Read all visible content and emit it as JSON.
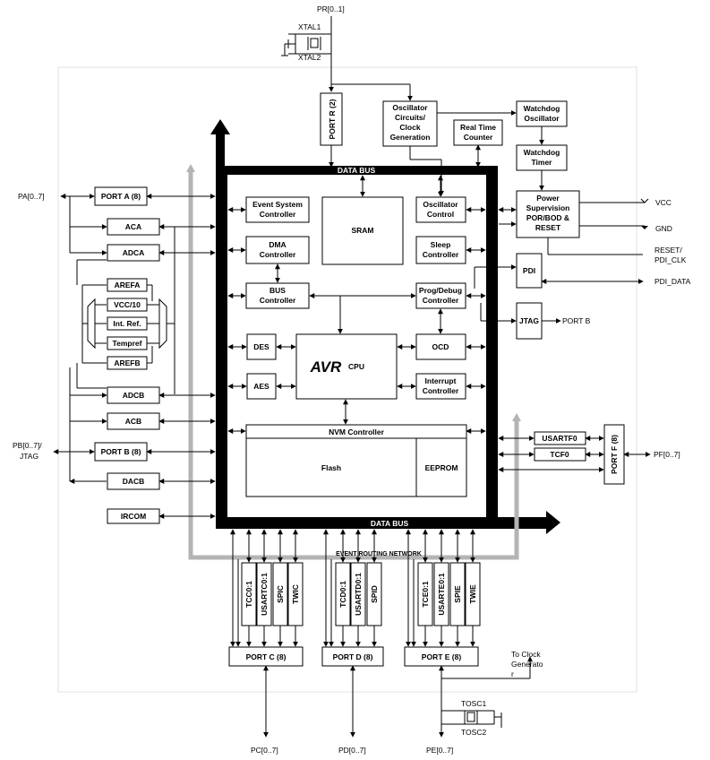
{
  "pins": {
    "pr": "PR[0..1]",
    "xtal1": "XTAL1",
    "xtal2": "XTAL2",
    "pa": "PA[0..7]",
    "pb1": "PB[0..7]/",
    "pb2": "JTAG",
    "vcc": "VCC",
    "gnd": "GND",
    "reset1": "RESET/",
    "reset2": "PDI_CLK",
    "pdi_data": "PDI_DATA",
    "port_b_out": "PORT B",
    "pf": "PF[0..7]",
    "clock1": "To Clock",
    "clock2": "Generato",
    "clock3": "r",
    "tosc1": "TOSC1",
    "tosc2": "TOSC2",
    "pc": "PC[0..7]",
    "pd": "PD[0..7]",
    "pe": "PE[0..7]"
  },
  "buses": {
    "data_bus_top": "DATA BUS",
    "data_bus_bottom": "DATA BUS",
    "event_routing": "EVENT ROUTING NETWORK"
  },
  "blocks": {
    "port_r": "PORT R (2)",
    "osc1": "Oscillator",
    "osc2": "Circuits/",
    "osc3": "Clock",
    "osc4": "Generation",
    "rtc1": "Real Time",
    "rtc2": "Counter",
    "wdo1": "Watchdog",
    "wdo2": "Oscillator",
    "wdt1": "Watchdog",
    "wdt2": "Timer",
    "pwr1": "Power",
    "pwr2": "Supervision",
    "pwr3": "POR/BOD &",
    "pwr4": "RESET",
    "port_a": "PORT A (8)",
    "aca": "ACA",
    "adca": "ADCA",
    "arefa": "AREFA",
    "vcc10": "VCC/10",
    "intref": "Int. Ref.",
    "tempref": "Tempref",
    "arefb": "AREFB",
    "adcb": "ADCB",
    "acb": "ACB",
    "port_b": "PORT B (8)",
    "dacb": "DACB",
    "ircom": "IRCOM",
    "evsys1": "Event System",
    "evsys2": "Controller",
    "sram": "SRAM",
    "oscctl1": "Oscillator",
    "oscctl2": "Control",
    "dma1": "DMA",
    "dma2": "Controller",
    "sleep1": "Sleep",
    "sleep2": "Controller",
    "pdi": "PDI",
    "bus1": "BUS",
    "bus2": "Controller",
    "prog1": "Prog/Debug",
    "prog2": "Controller",
    "jtag": "JTAG",
    "des": "DES",
    "avr_logo": "AVR",
    "cpu": "CPU",
    "ocd": "OCD",
    "aes": "AES",
    "int1": "Interrupt",
    "int2": "Controller",
    "nvm": "NVM Controller",
    "flash": "Flash",
    "eeprom": "EEPROM",
    "usartf0": "USARTF0",
    "tcf0": "TCF0",
    "port_f": "PORT F (8)",
    "tcc": "TCC0:1",
    "usartc": "USARTC0:1",
    "spic": "SPIC",
    "twic": "TWIC",
    "tcd": "TCD0:1",
    "usartd": "USARTD0:1",
    "spid": "SPID",
    "tce": "TCE0:1",
    "usarte": "USARTE0:1",
    "spie": "SPIE",
    "twie": "TWIE",
    "port_c": "PORT C (8)",
    "port_d": "PORT D (8)",
    "port_e": "PORT E (8)"
  }
}
